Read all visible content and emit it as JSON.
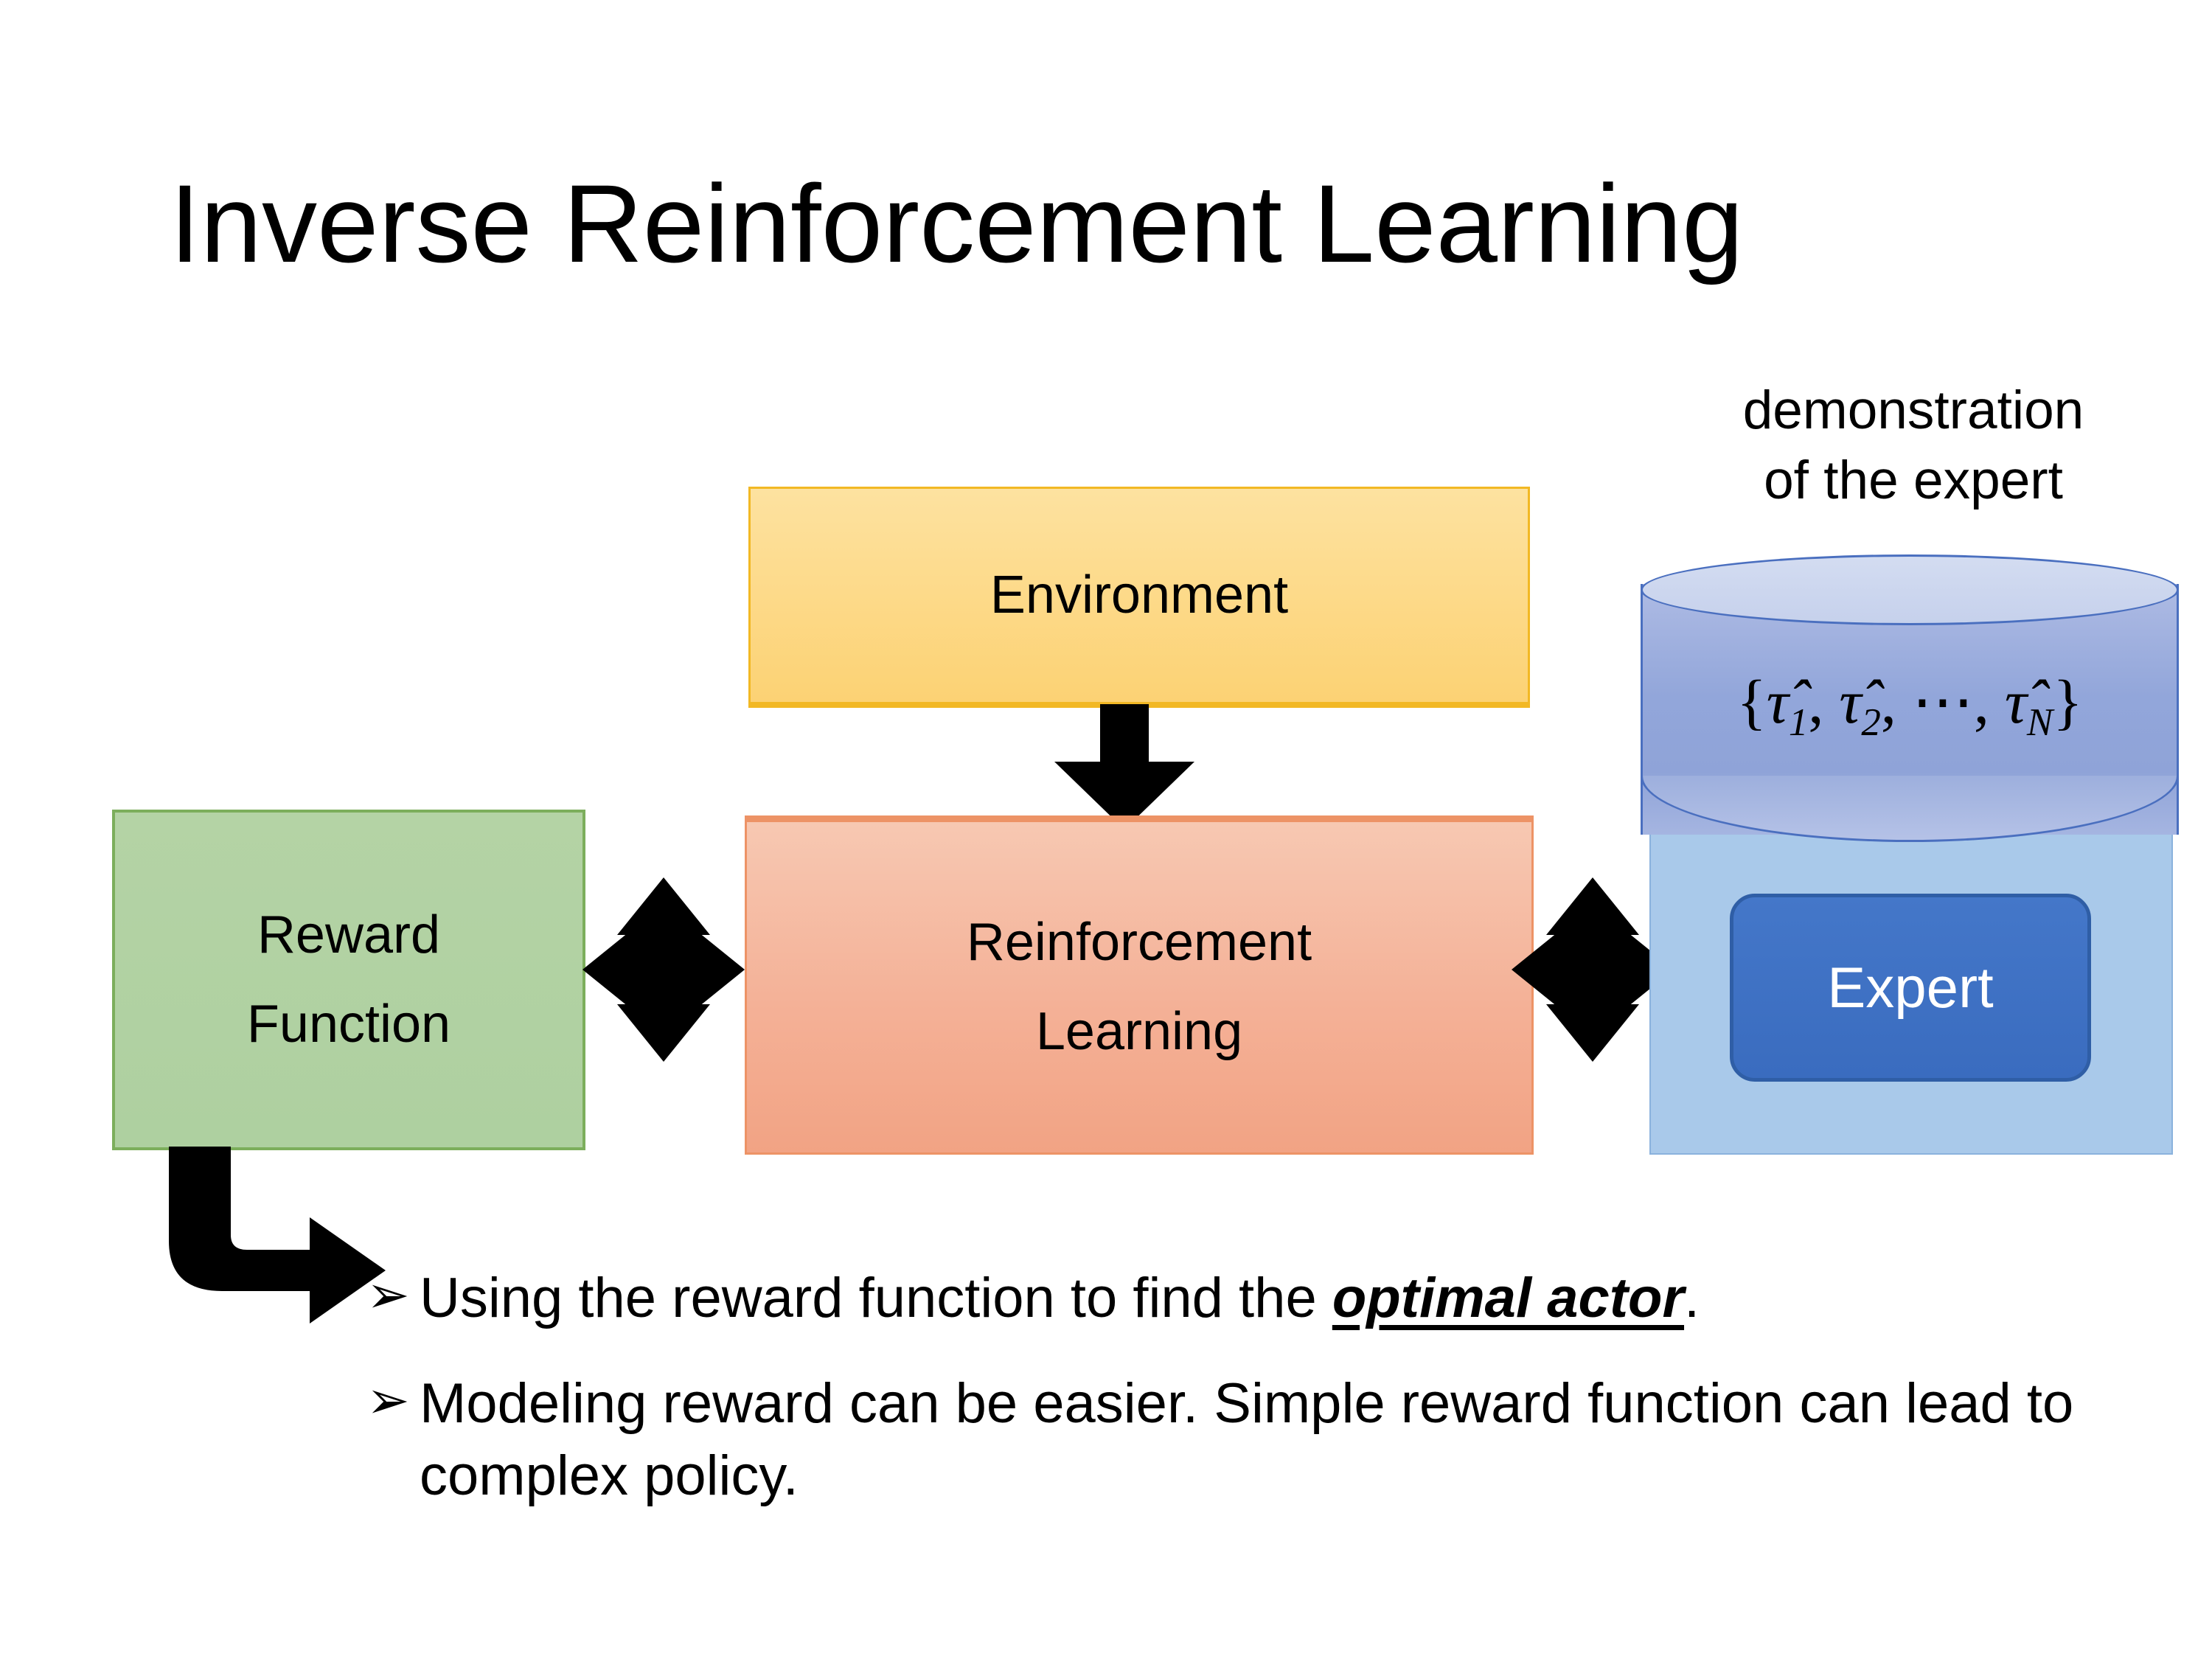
{
  "slide": {
    "title": "Inverse Reinforcement Learning",
    "background_color": "#FFFFFF"
  },
  "diagram": {
    "environment_box": {
      "label": "Environment",
      "fill_color": "#FDD987",
      "border_color": "#F2B824"
    },
    "reward_box": {
      "label_line1": "Reward",
      "label_line2": "Function",
      "fill_color": "#AED0A0",
      "border_color": "#7CAE5C"
    },
    "rl_box": {
      "label_line1": "Reinforcement",
      "label_line2": "Learning",
      "fill_color": "#F4B197",
      "border_color": "#ED9366"
    },
    "expert_group": {
      "caption_line1": "demonstration",
      "caption_line2": "of the expert",
      "cylinder_formula": "{τ̂1, τ̂2, ⋯, τ̂N}",
      "cylinder_formula_parts": {
        "open_brace": "{",
        "tau1": "τ̂",
        "sub1": "1",
        "comma1": ", ",
        "tau2": "τ̂",
        "sub2": "2",
        "comma2": ", ",
        "ellipsis": "⋯",
        "comma3": ", ",
        "tauN": "τ̂",
        "subN": "N",
        "close_brace": "}"
      },
      "expert_label": "Expert",
      "cylinder_body_color": "#92A6DA",
      "cylinder_top_color": "#CCD6EE",
      "cylinder_border_color": "#4A6FBF",
      "panel_color": "#A9C9EA",
      "expert_chip_color": "#3A6CBF",
      "expert_chip_text_color": "#FFFFFF"
    },
    "connectors": [
      {
        "name": "environment-to-rl",
        "type": "down-arrow",
        "color": "#000000"
      },
      {
        "name": "reward-rl-link",
        "type": "quad-arrow",
        "color": "#000000"
      },
      {
        "name": "rl-expert-link",
        "type": "quad-arrow",
        "color": "#000000"
      },
      {
        "name": "reward-to-bullets",
        "type": "bent-arrow",
        "color": "#000000"
      }
    ]
  },
  "bullets": [
    {
      "marker": "➢",
      "text_before": "Using the reward function to find the ",
      "emphasis": "optimal actor",
      "text_after": "."
    },
    {
      "marker": "➢",
      "line1": "Modeling reward can be easier. Simple reward",
      "line2": "function can lead to complex policy."
    }
  ]
}
